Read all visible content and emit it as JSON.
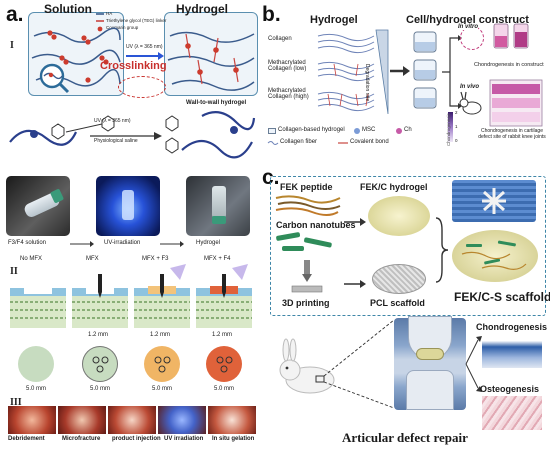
{
  "panel_a": {
    "letter": "a.",
    "section_1": "I",
    "section_2": "II",
    "section_3": "III",
    "solution_title": "Solution",
    "hydrogel_title": "Hydrogel",
    "legend": [
      "HA",
      "Triethylene glycol (TEG) linker",
      "Coumarin group"
    ],
    "uv_label_top": "UV (λ = 365 nm)",
    "crosslinking": "Crosslinking",
    "uv_label_mid": "UV (λ = 365 nm)",
    "physiological_saline": "Physiological saline",
    "wall_to_wall": "Wall-to-wall hydrogel",
    "photo_steps": [
      "F3/F4 solution",
      "UV-irradiation",
      "Hydrogel"
    ],
    "treatments": [
      "No MFX",
      "MFX",
      "MFX + F3",
      "MFX + F4"
    ],
    "depth_labels": [
      "1.2 mm",
      "1.2 mm",
      "1.2 mm"
    ],
    "diameter_labels": [
      "5.0 mm",
      "5.0 mm",
      "5.0 mm",
      "5.0 mm"
    ],
    "surgery_steps": [
      "Debridement",
      "Microfracture",
      "product injection",
      "UV irradiation",
      "In situ gelation"
    ]
  },
  "panel_b": {
    "letter": "b.",
    "hydrogel_title": "Hydrogel",
    "construct_title": "Cell/hydrogel construct",
    "rows": [
      "Collagen",
      "Methacrylated Collagen (low)",
      "Methacrylated Collagen (high)"
    ],
    "degradation": "Degradation rate",
    "in_vitro": "In vitro",
    "in_vivo": "In vivo",
    "vitro_caption": "Chondrogenesis in construct",
    "vivo_caption": "Chondrogenesis in cartilage defect site of rabbit knee joints",
    "scale_label": "Chondrogenesis",
    "scale_ticks": [
      "2",
      "1",
      "0"
    ],
    "legend_collagen_hydrogel": "Collagen-based hydrogel",
    "legend_msc": "MSC",
    "legend_ch": "Ch",
    "legend_fiber": "Collagen fiber",
    "legend_bond": "Covalent bond"
  },
  "panel_c": {
    "letter": "c.",
    "fek_peptide": "FEK peptide",
    "fek_hydrogel": "FEK/C hydrogel",
    "carbon_nanotubes": "Carbon nanotubes",
    "printing": "3D printing",
    "pcl_scaffold": "PCL scaffold",
    "scaffold_title": "FEK/C-S scaffold",
    "chondrogenesis": "Chondrogenesis",
    "osteogenesis": "Osteogenesis",
    "repair": "Articular defect repair"
  },
  "colors": {
    "accent_blue": "#3e86a8",
    "crosslink_red": "#c8302c",
    "uv_blue": "#2a55d6",
    "cartilage_green": "#6f9a5c",
    "coumarin_red": "#cc3b2e"
  }
}
